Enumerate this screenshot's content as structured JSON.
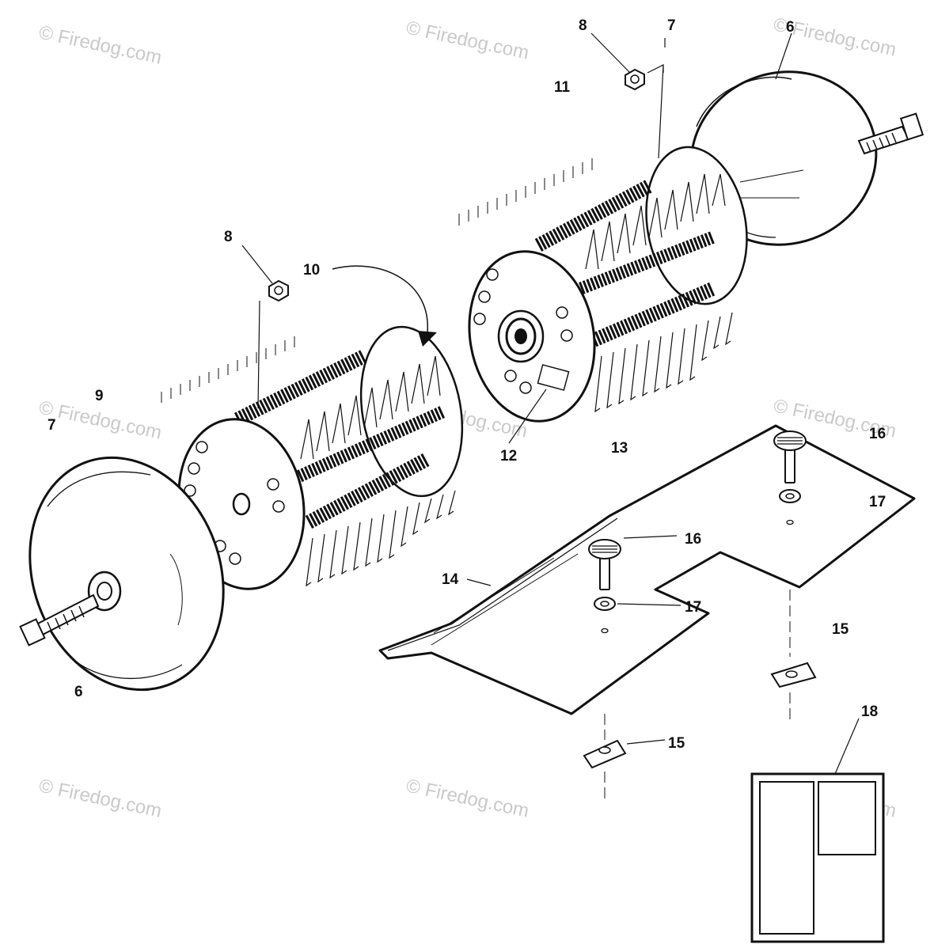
{
  "callouts": {
    "c6_top": "6",
    "c7_top": "7",
    "c8_top": "8",
    "c11": "11",
    "c8_left": "8",
    "c10": "10",
    "c9": "9",
    "c7_left": "7",
    "c12": "12",
    "c13": "13",
    "c16_right": "16",
    "c17_right": "17",
    "c16_mid": "16",
    "c17_mid": "17",
    "c14": "14",
    "c15_right": "15",
    "c15_bottom": "15",
    "c18": "18",
    "c6_bottom": "6"
  },
  "watermark": "© Firedog.com",
  "colors": {
    "line": "#111111",
    "watermark": "#c9c9c9",
    "background": "#ffffff"
  }
}
